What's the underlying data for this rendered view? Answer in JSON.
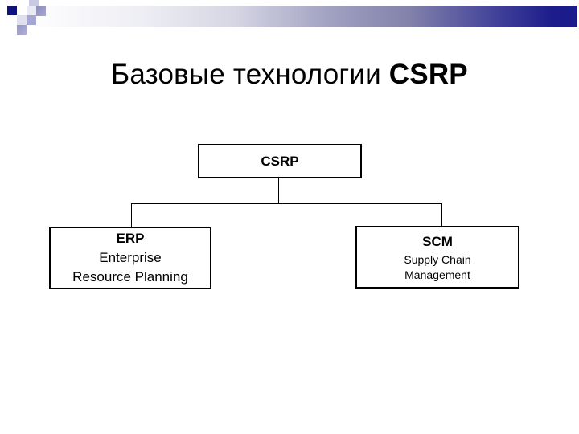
{
  "title": {
    "regular": "Базовые технологии ",
    "bold": "CSRP"
  },
  "diagram": {
    "root": {
      "label": "CSRP"
    },
    "children": [
      {
        "title": "ERP",
        "lines": [
          "Enterprise",
          "Resource Planning"
        ]
      },
      {
        "title": "SCM",
        "lines": [
          "Supply Chain",
          "Management"
        ]
      }
    ]
  },
  "colors": {
    "background": "#ffffff",
    "text": "#000000",
    "bar_gradient_start": "#ffffff",
    "bar_gradient_end": "#1b1b8b",
    "navy_square": "#12127e",
    "slate_square": "#9a9ac9",
    "lavender_square": "#a6a6d2",
    "pale_square": "#dfdfef",
    "box_border": "#000000"
  }
}
